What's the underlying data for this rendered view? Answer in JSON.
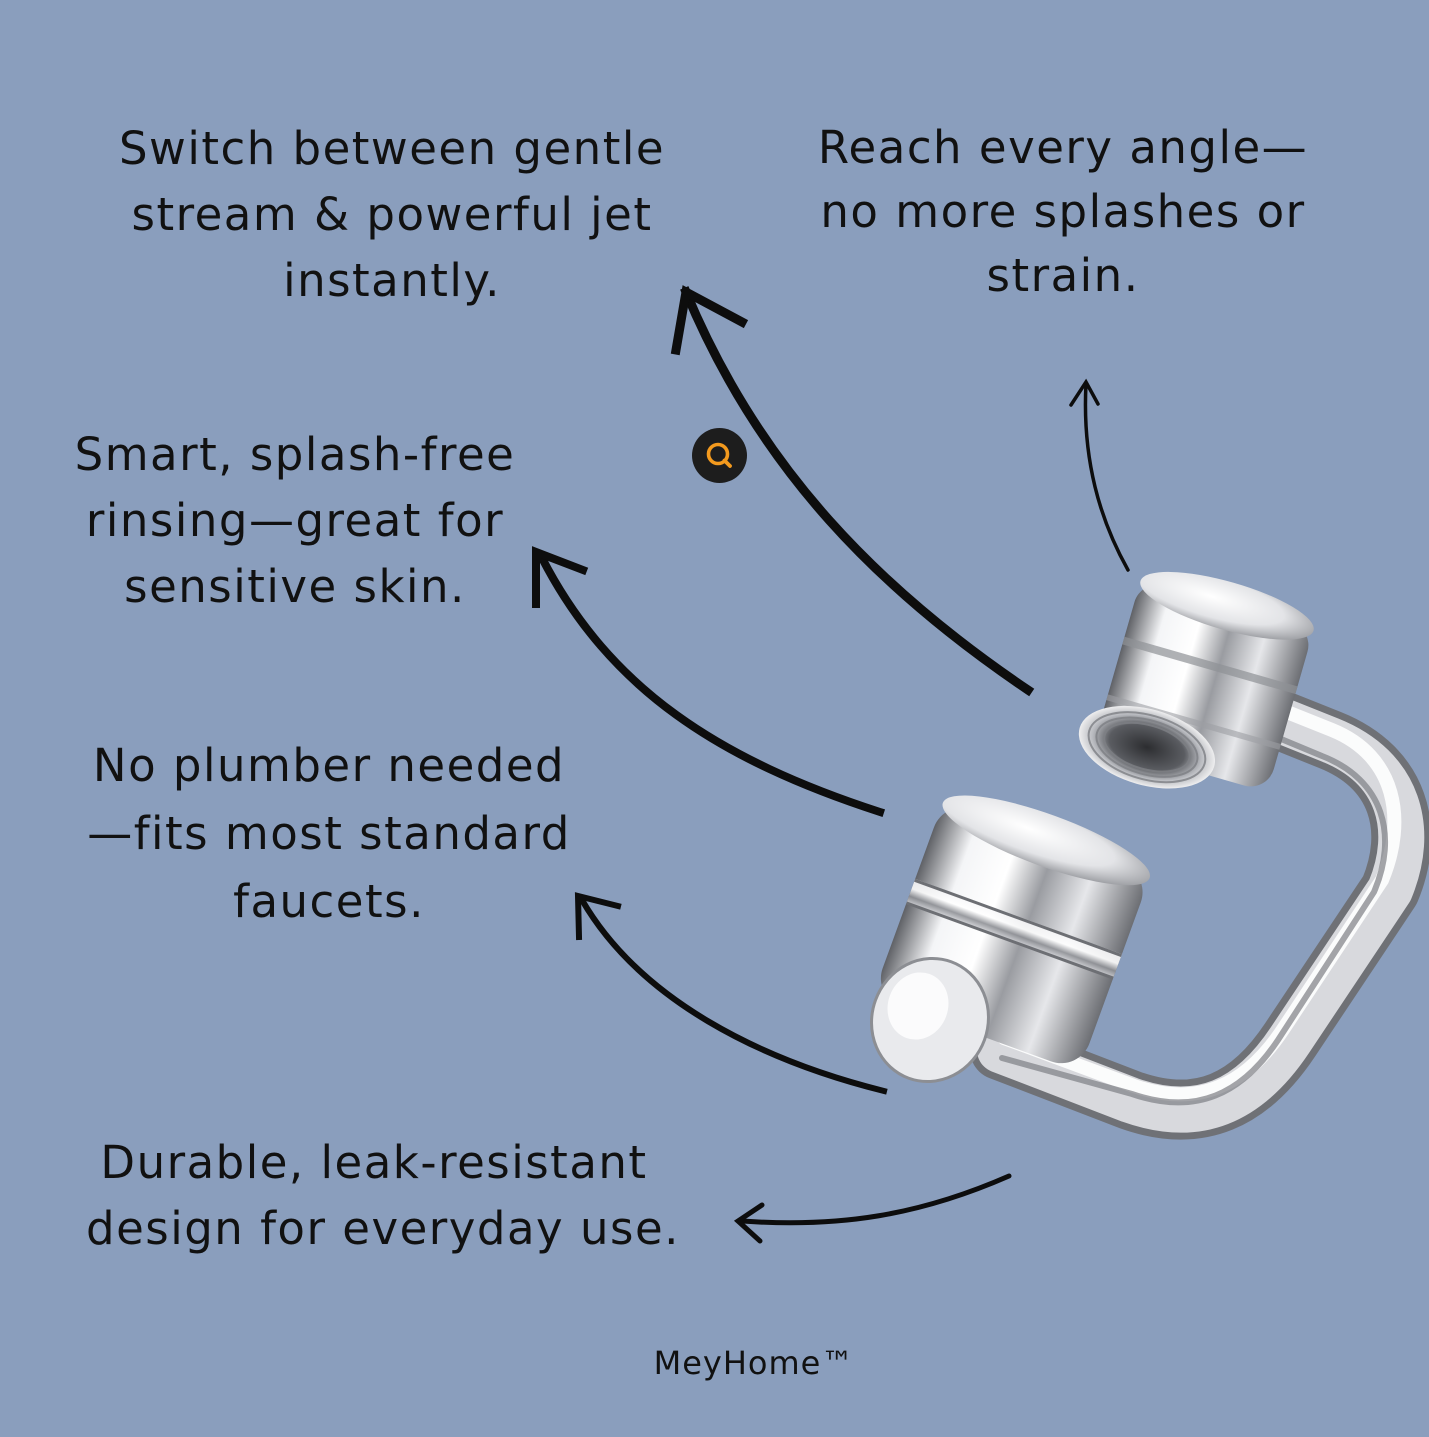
{
  "captions": {
    "switch": [
      "Switch between gentle",
      "stream & powerful jet",
      "instantly."
    ],
    "reach": [
      "Reach every angle—",
      "no more splashes or",
      "strain."
    ],
    "smart": [
      "Smart, splash-free",
      "rinsing—great for",
      "sensitive skin."
    ],
    "plumber": [
      "No plumber needed",
      "—fits most standard",
      "faucets."
    ],
    "durable": [
      "Durable, leak-resistant",
      "design for everyday use."
    ]
  },
  "brand": "MeyHome™",
  "zoom_button": {
    "icon": "magnifier-icon",
    "color": "#f39a1e"
  },
  "colors": {
    "background": "#8a9ebd",
    "text": "#111111",
    "arrow": "#0d0d0d"
  }
}
